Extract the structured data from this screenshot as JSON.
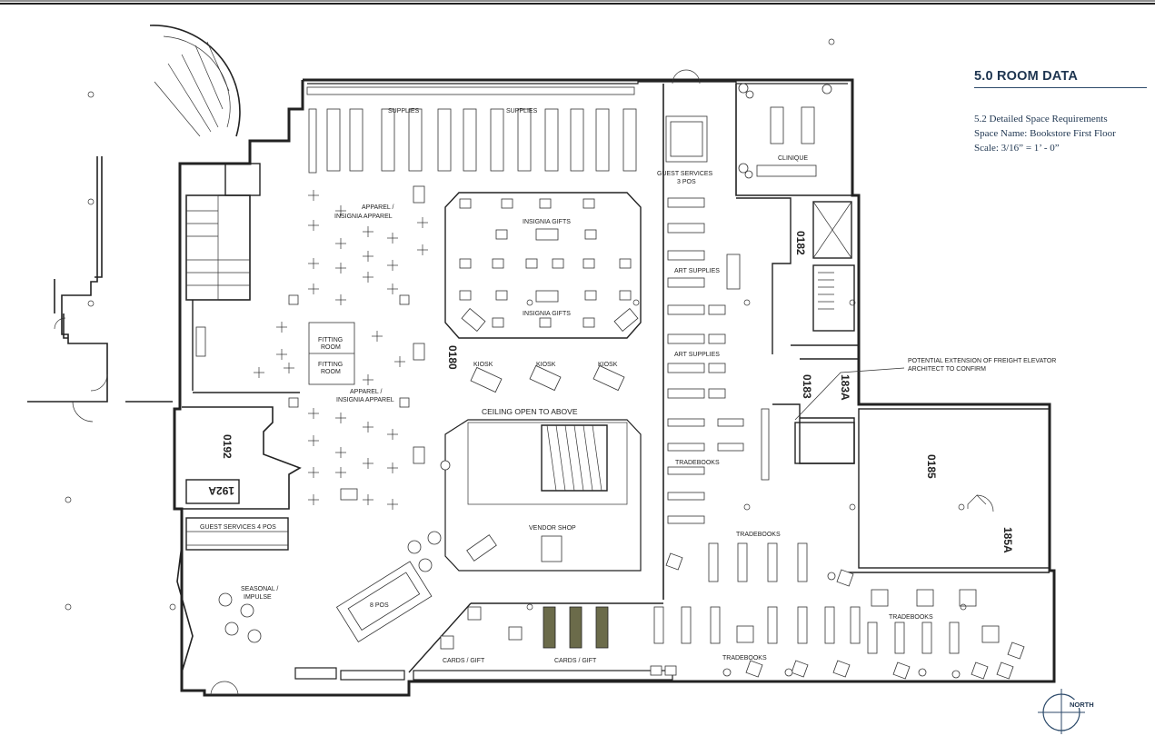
{
  "header": {
    "section_title": "5.0 ROOM DATA",
    "subtitle": "5.2 Detailed Space Requirements",
    "space_name": "Space Name: Bookstore First Floor",
    "scale": "Scale: 3/16” = 1’ - 0”"
  },
  "rooms": {
    "r0180": "0180",
    "r0182": "0182",
    "r0183": "0183",
    "r183a": "183A",
    "r0185": "0185",
    "r185a": "185A",
    "r0192": "0192",
    "r192a": "192A"
  },
  "zones": {
    "supplies": "SUPPLIES",
    "guest_services_3": "GUEST SERVICES",
    "three_pos": "3 POS",
    "clinique": "CLINIQUE",
    "apparel": "APPAREL /",
    "insignia_apparel": "INSIGNIA APPAREL",
    "insignia_gifts": "INSIGNIA GIFTS",
    "art_supplies": "ART SUPPLIES",
    "fitting_room": "FITTING",
    "room": "ROOM",
    "kiosk": "KIOSK",
    "ceiling_open": "CEILING OPEN TO ABOVE",
    "tradebooks": "TRADEBOOKS",
    "guest_services_4": "GUEST SERVICES 4 POS",
    "seasonal": "SEASONAL /",
    "impulse": "IMPULSE",
    "eight_pos": "8 POS",
    "vendor_shop": "VENDOR SHOP",
    "cards_gift": "CARDS / GIFT"
  },
  "callout": {
    "line1": "POTENTIAL EXTENSION OF FREIGHT ELEVATOR",
    "line2": "ARCHITECT TO CONFIRM"
  },
  "north": {
    "label": "NORTH"
  },
  "colors": {
    "heading": "#1e3550",
    "rule": "#2c4a6a",
    "line": "#222222",
    "shelf_dark": "#6b6b4a"
  }
}
